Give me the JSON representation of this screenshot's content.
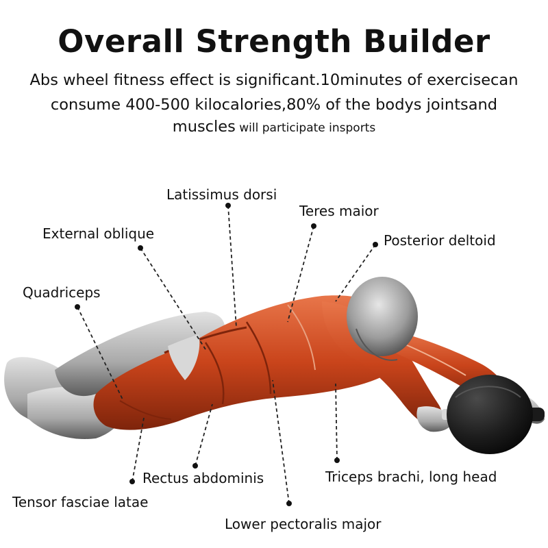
{
  "title": "Overall Strength Builder",
  "description": {
    "line1": "Abs wheel fitness effect is significant.10minutes of exercisecan",
    "line2": "consume 400-500 kilocalories,80% of the bodys jointsand",
    "line3_main": "muscles",
    "line3_small": " will participate insports"
  },
  "labels": {
    "latissimus": "Latissimus dorsi",
    "teres": "Teres maior",
    "external_oblique": "External oblique",
    "posterior_deltoid": "Posterior deltoid",
    "quadriceps": "Quadriceps",
    "rectus": "Rectus abdominis",
    "triceps": "Triceps brachi, long head",
    "tensor": "Tensor fasciae latae",
    "lower_pec": "Lower pectoralis major"
  },
  "colors": {
    "muscle": "#c9441b",
    "muscle_dark": "#8e2a0e",
    "muscle_light": "#e26a3c",
    "skin_gray": "#b8b8b8",
    "skin_dark": "#6e6e6e",
    "wheel": "#1d1d1d",
    "leader_line": "#222222"
  }
}
